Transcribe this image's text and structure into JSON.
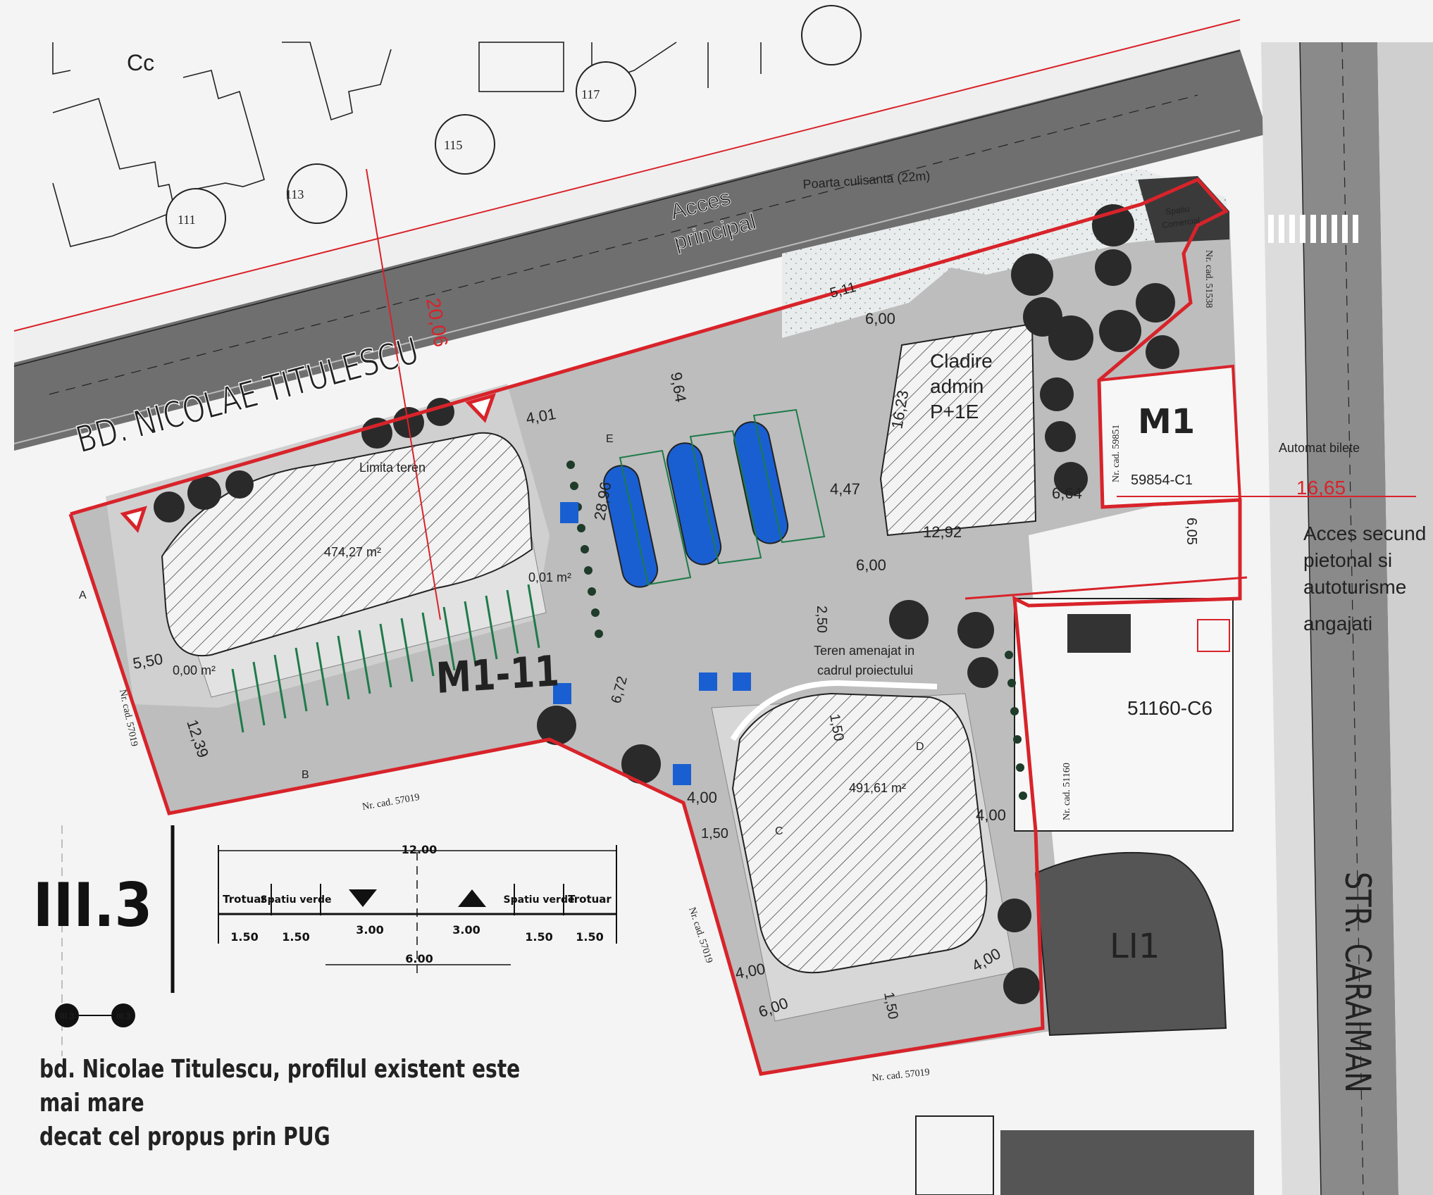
{
  "plan": {
    "streets": {
      "main_boulevard": "BD. NICOLAE TITULESCU",
      "side_street": "STR. CARAIMAN"
    },
    "access": {
      "main": [
        "Acces",
        "principal"
      ],
      "secondary": [
        "Acces secund",
        "pietonal si",
        "autoturisme",
        "angajati"
      ]
    },
    "gate_label": "Poarta culisanta (22m)",
    "land_limit_label": "Limita teren",
    "ticket_machine_label": "Automat bilete",
    "building": {
      "admin": [
        "Cladire",
        "admin",
        "P+1E"
      ],
      "commercial": [
        "Spatiu",
        "Comercial"
      ],
      "project_area": [
        "Teren amenajat in",
        "cadrul proiectului"
      ]
    },
    "zones": {
      "m1_11": "M1-11",
      "m1": "M1",
      "li1": "LI1",
      "c6": "51160-C6",
      "c1": "59854-C1"
    },
    "areas": {
      "lot_a": "474,27 m²",
      "lot_b": "491,61 m²",
      "small_a": "0,01 m²",
      "small_b": "0,00 m²"
    },
    "cadastral": {
      "c57019": "Nr. cad. 57019",
      "c51538": "Nr. cad. 51538",
      "c59851": "Nr. cad. 59851",
      "c51160": "Nr. cad. 51160"
    },
    "house_numbers": [
      "111",
      "113",
      "115",
      "117"
    ],
    "block_label": "Cc",
    "dimensions": {
      "d20_06": "20,06",
      "d16_65": "16,65",
      "d28_96": "28,96",
      "d16_23": "16,23",
      "d12_92": "12,92",
      "d9_64": "9,64",
      "d6_64": "6,64",
      "d6_05": "6,05",
      "d6_00": "6,00",
      "d4_47": "4,47",
      "d4_01": "4,01",
      "d4_00": "4,00",
      "d5_50": "5,50",
      "d12_39": "12,39",
      "d6_72": "6,72",
      "d2_50": "2,50",
      "d1_50": "1,50",
      "d5_11": "5,11"
    },
    "section_markers": [
      "A",
      "B",
      "C",
      "D",
      "E"
    ]
  },
  "profile": {
    "section_id": "III.3",
    "marker_left": "III.3",
    "marker_right": "III.3",
    "total_width": "12.00",
    "carriageway_width": "6.00",
    "segments": [
      "Trotuar",
      "Spatiu verde",
      "Spatiu verde",
      "Trotuar"
    ],
    "segment_widths": [
      "1.50",
      "1.50",
      "3.00",
      "3.00",
      "1.50",
      "1.50"
    ]
  },
  "caption": {
    "line1": "bd. Nicolae Titulescu, profilul existent este mai mare",
    "line2": "decat cel propus prin PUG"
  },
  "colors": {
    "boundary": "#d8232a",
    "asphalt": "#8d8d8d",
    "parking": "#c9c9c9",
    "tree": "#2a2a2a",
    "pool": "#1a5fd1",
    "park_green": "#1e7a4a"
  }
}
